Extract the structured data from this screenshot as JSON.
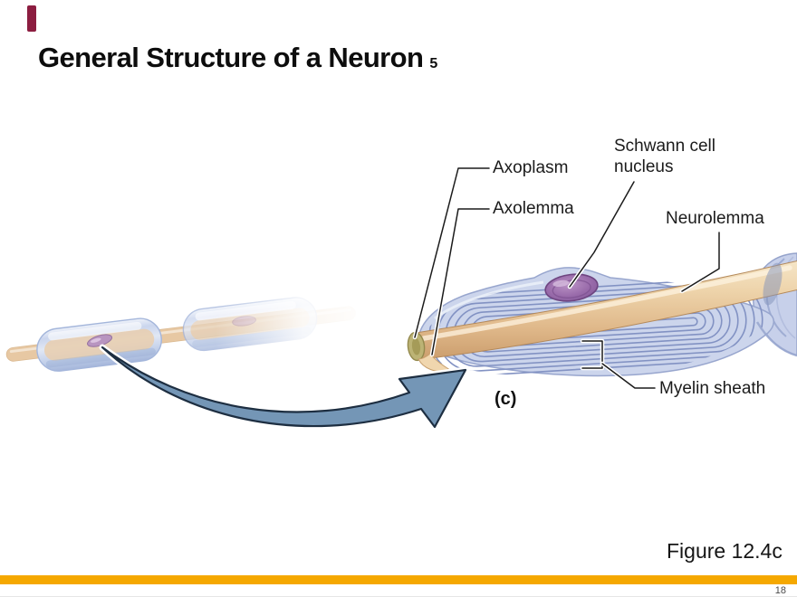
{
  "slide": {
    "title": "General Structure of a Neuron",
    "title_superscript": "5",
    "panel_label": "(c)",
    "figure_caption": "Figure 12.4c",
    "page_number": "18"
  },
  "labels": {
    "axoplasm": "Axoplasm",
    "axolemma": "Axolemma",
    "schwann_cell_nucleus_line1": "Schwann cell",
    "schwann_cell_nucleus_line2": "nucleus",
    "neurolemma": "Neurolemma",
    "myelin_sheath": "Myelin sheath"
  },
  "colors": {
    "accent_bar": "#8C1D40",
    "footer_bar": "#F5A800",
    "myelin_sheath_fill": "#CCD5EC",
    "myelin_loop_line": "#8292C3",
    "axon": "#E7C79C",
    "schwann_nucleus": "#9A6CAB",
    "arrow": "#7496B6"
  }
}
